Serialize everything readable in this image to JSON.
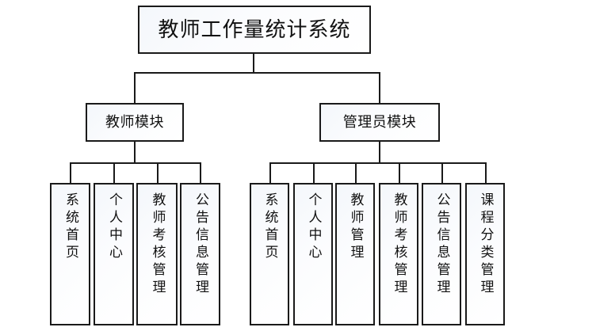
{
  "diagram": {
    "title": "教师工作量统计系统",
    "type": "organization-chart",
    "root": {
      "label": "教师工作量统计系统"
    },
    "branches": [
      {
        "id": "teacher-module",
        "label": "教师模块",
        "children": [
          {
            "id": "teacher-home",
            "label": "系统首页"
          },
          {
            "id": "teacher-personal-center",
            "label": "个人中心"
          },
          {
            "id": "teacher-assessment-mgmt",
            "label": "教师考核管理"
          },
          {
            "id": "teacher-announcement-mgmt",
            "label": "公告信息管理"
          }
        ]
      },
      {
        "id": "admin-module",
        "label": "管理员模块",
        "children": [
          {
            "id": "admin-home",
            "label": "系统首页"
          },
          {
            "id": "admin-personal-center",
            "label": "个人中心"
          },
          {
            "id": "admin-teacher-mgmt",
            "label": "教师管理"
          },
          {
            "id": "admin-assessment-mgmt",
            "label": "教师考核管理"
          },
          {
            "id": "admin-announcement-mgmt",
            "label": "公告信息管理"
          },
          {
            "id": "admin-course-category",
            "label": "课程分类管理"
          }
        ]
      }
    ],
    "colors": {
      "border": "#1a1a1a",
      "fill": "#f6f9fc",
      "text": "#111111",
      "background": "#ffffff"
    }
  }
}
